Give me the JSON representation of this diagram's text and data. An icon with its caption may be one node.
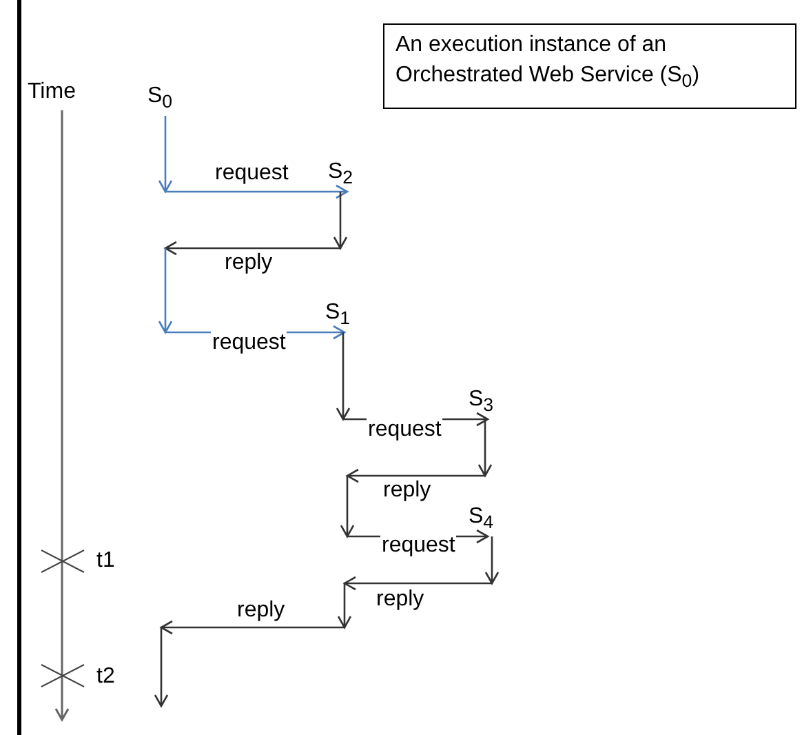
{
  "diagram": {
    "nodes": [
      {
        "text": [
          "An execution instance of an Orchestrated Web Service (S$_{0}$)"
        ]
      },
      {
        "text": [
          "S$_{0}$"
        ]
      },
      {
        "text": [
          "S$_{2}$"
        ]
      },
      {
        "text": [
          "S$_{1}$"
        ]
      },
      {
        "text": [
          "S$_{3}$"
        ]
      },
      {
        "text": [
          "S$_{4}$"
        ]
      }
    ],
    "edges": [
      {
        "from": 1,
        "to": 2,
        "arrow": "to",
        "label": "request",
        "color": "#4a7ebb"
      },
      {
        "from": 2,
        "to": null,
        "arrow": "to",
        "label": "reply"
      },
      {
        "from": null,
        "to": 3,
        "arrow": "to",
        "label": "request",
        "color": "#4a7ebb"
      },
      {
        "from": 3,
        "to": 4,
        "arrow": "to",
        "label": "request"
      },
      {
        "from": 4,
        "to": null,
        "arrow": "to",
        "label": "reply"
      },
      {
        "from": null,
        "to": 5,
        "arrow": "to",
        "label": "request"
      },
      {
        "from": 5,
        "to": null,
        "arrow": "to",
        "label": "reply"
      }
    ],
    "labels": [
      "Time",
      "t1",
      "reply",
      "t2"
    ]
  }
}
